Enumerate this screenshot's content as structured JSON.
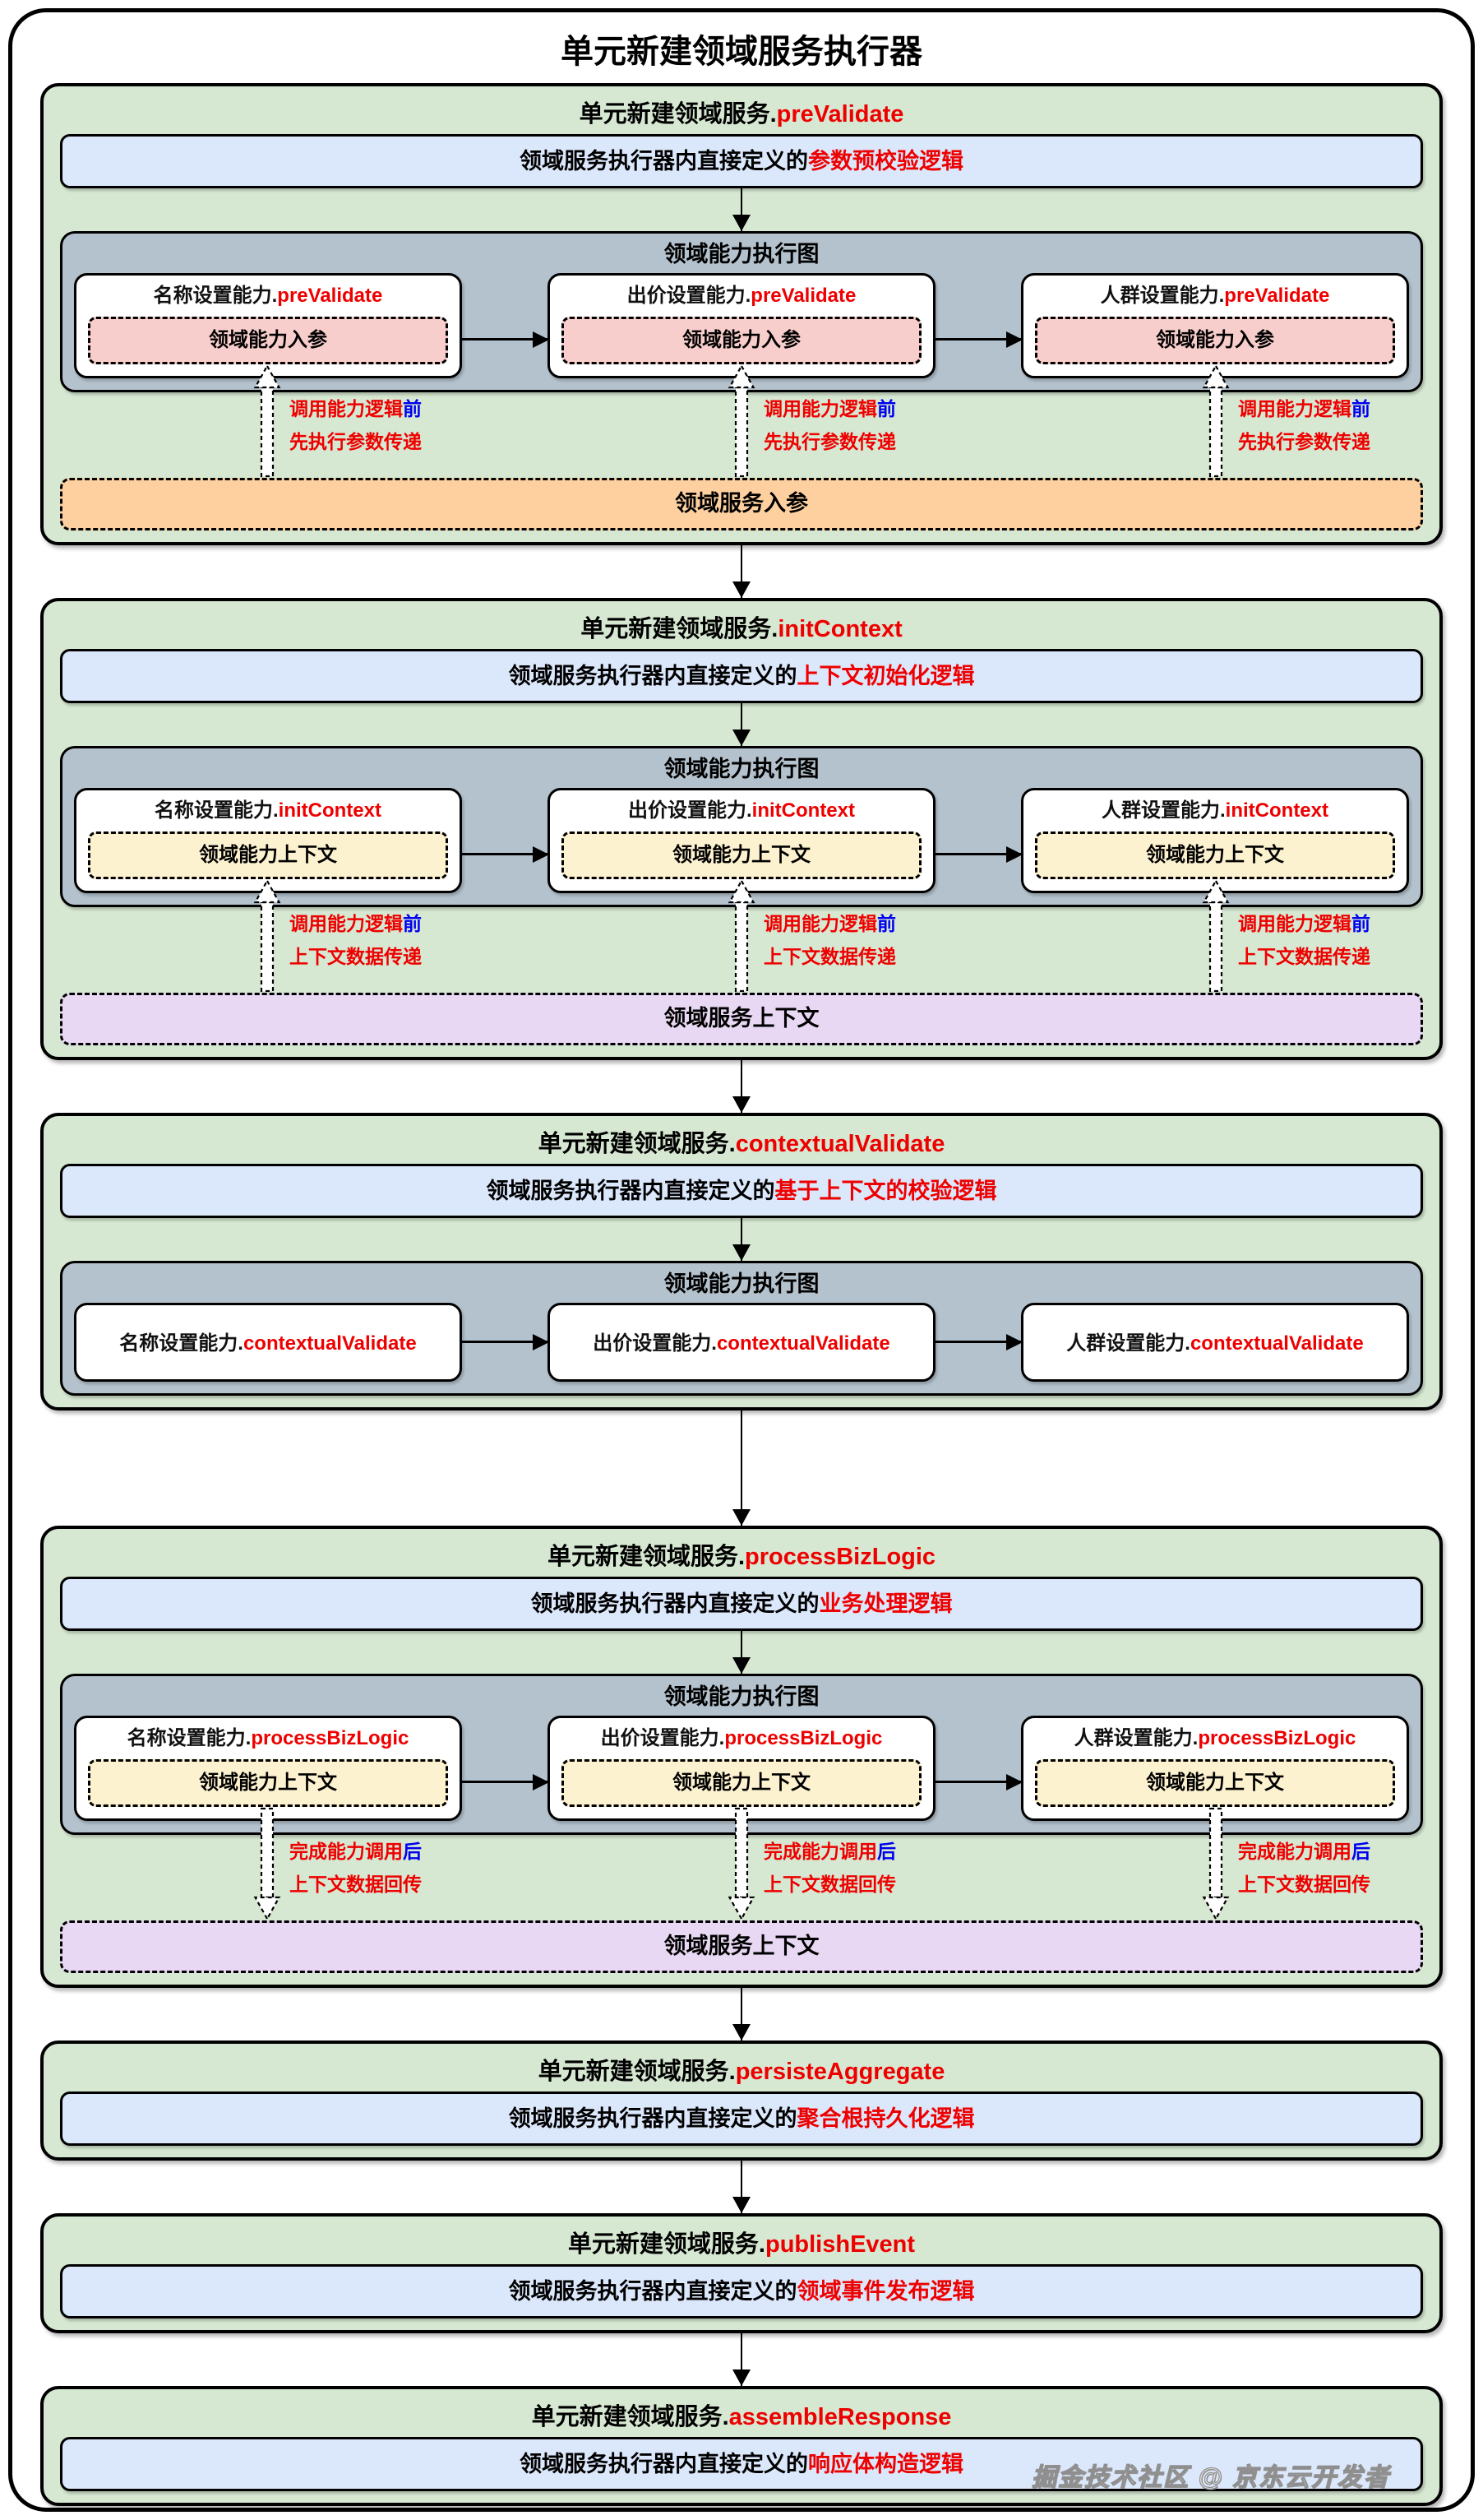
{
  "page_title": "单元新建领域服务执行器",
  "watermark": "掘金技术社区 @ 京东云开发者",
  "colors": {
    "section_bg": "#d6e8d2",
    "desc_bg": "#dbe7fb",
    "graph_bg": "#b4c2cd",
    "node_bg": "#ffffff",
    "param_in_bg": "#f8cecc",
    "capability_context_bg": "#fdf2cf",
    "service_param_bus_bg": "#fed0a0",
    "service_context_bus_bg": "#e8d8f3",
    "accent_red": "#ee0000",
    "accent_blue": "#0000ee"
  },
  "sections": [
    {
      "header": {
        "black": "单元新建领域服务.",
        "red": "preValidate"
      },
      "desc": {
        "black": "领域服务执行器内直接定义的",
        "red": "参数预校验逻辑"
      },
      "graph": {
        "title": "领域能力执行图",
        "nodes": [
          {
            "black": "名称设置能力.",
            "red": "preValidate",
            "inner": "领域能力入参"
          },
          {
            "black": "出价设置能力.",
            "red": "preValidate",
            "inner": "领域能力入参"
          },
          {
            "black": "人群设置能力.",
            "red": "preValidate",
            "inner": "领域能力入参"
          }
        ]
      },
      "flow": {
        "direction": "up",
        "line1": "调用能力逻辑",
        "line1_accent": "前",
        "line2": "先执行参数传递"
      },
      "bus": {
        "label": "领域服务入参"
      }
    },
    {
      "header": {
        "black": "单元新建领域服务.",
        "red": "initContext"
      },
      "desc": {
        "black": "领域服务执行器内直接定义的",
        "red": "上下文初始化逻辑"
      },
      "graph": {
        "title": "领域能力执行图",
        "nodes": [
          {
            "black": "名称设置能力.",
            "red": "initContext",
            "inner": "领域能力上下文"
          },
          {
            "black": "出价设置能力.",
            "red": "initContext",
            "inner": "领域能力上下文"
          },
          {
            "black": "人群设置能力.",
            "red": "initContext",
            "inner": "领域能力上下文"
          }
        ]
      },
      "flow": {
        "direction": "up",
        "line1": "调用能力逻辑",
        "line1_accent": "前",
        "line2": "上下文数据传递"
      },
      "bus": {
        "label": "领域服务上下文"
      }
    },
    {
      "header": {
        "black": "单元新建领域服务.",
        "red": "contextualValidate"
      },
      "desc": {
        "black": "领域服务执行器内直接定义的",
        "red": "基于上下文的校验逻辑"
      },
      "graph": {
        "title": "领域能力执行图",
        "nodes": [
          {
            "black": "名称设置能力.",
            "red": "contextualValidate"
          },
          {
            "black": "出价设置能力.",
            "red": "contextualValidate"
          },
          {
            "black": "人群设置能力.",
            "red": "contextualValidate"
          }
        ]
      }
    },
    {
      "header": {
        "black": "单元新建领域服务.",
        "red": "processBizLogic"
      },
      "desc": {
        "black": "领域服务执行器内直接定义的",
        "red": "业务处理逻辑"
      },
      "graph": {
        "title": "领域能力执行图",
        "nodes": [
          {
            "black": "名称设置能力.",
            "red": "processBizLogic",
            "inner": "领域能力上下文"
          },
          {
            "black": "出价设置能力.",
            "red": "processBizLogic",
            "inner": "领域能力上下文"
          },
          {
            "black": "人群设置能力.",
            "red": "processBizLogic",
            "inner": "领域能力上下文"
          }
        ]
      },
      "flow": {
        "direction": "down",
        "line1": "完成能力调用",
        "line1_accent": "后",
        "line2": "上下文数据回传"
      },
      "bus": {
        "label": "领域服务上下文"
      }
    },
    {
      "header": {
        "black": "单元新建领域服务.",
        "red": "persisteAggregate"
      },
      "desc": {
        "black": "领域服务执行器内直接定义的",
        "red": "聚合根持久化逻辑"
      }
    },
    {
      "header": {
        "black": "单元新建领域服务.",
        "red": "publishEvent"
      },
      "desc": {
        "black": "领域服务执行器内直接定义的",
        "red": "领域事件发布逻辑"
      }
    },
    {
      "header": {
        "black": "单元新建领域服务.",
        "red": "assembleResponse"
      },
      "desc": {
        "black": "领域服务执行器内直接定义的",
        "red": "响应体构造逻辑"
      }
    }
  ]
}
